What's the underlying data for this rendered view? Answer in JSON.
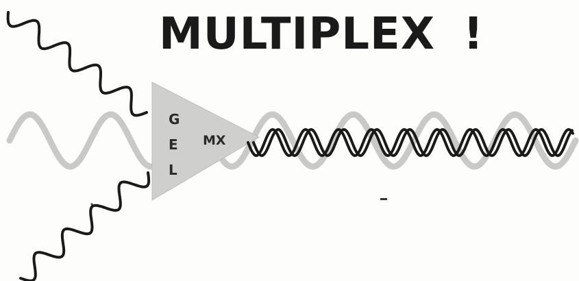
{
  "title": "MULTIPLEX",
  "exclamation": "!",
  "triangle_letters": [
    "G",
    "E",
    "L"
  ],
  "output_label": "MX",
  "colors": {
    "ink": "#1a1a1a",
    "carrier_wave": "#c9c9c7",
    "triangle_fill": "#cfcfcd",
    "background": "#fdfdfb"
  },
  "icons": [
    "input-wave-top",
    "input-wave-bottom",
    "carrier-wave",
    "multiplexed-output-wave",
    "mixer-triangle"
  ]
}
